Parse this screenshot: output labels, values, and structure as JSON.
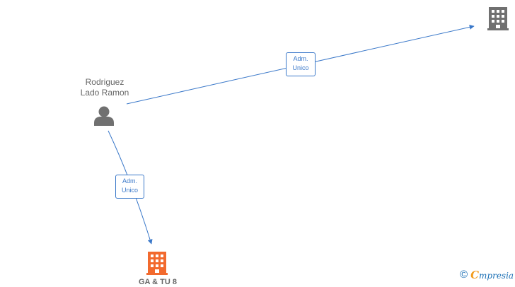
{
  "nodes": {
    "person": {
      "name": "Rodriguez\nLado Ramon",
      "icon": "person-icon",
      "color": "#707070"
    },
    "company_top": {
      "name": "",
      "icon": "building-icon",
      "color": "#707070"
    },
    "company_bottom": {
      "name": "GA & TU 8",
      "icon": "building-icon",
      "color": "#f26a2e"
    }
  },
  "edges": [
    {
      "from": "person",
      "to": "company_top",
      "label": "Adm.\nUnico"
    },
    {
      "from": "person",
      "to": "company_bottom",
      "label": "Adm.\nUnico"
    }
  ],
  "colors": {
    "edge": "#3a78c9",
    "brand": "#1a6fb5",
    "brand_accent": "#f29c1f"
  },
  "watermark": {
    "copyright": "©",
    "brand_first": "C",
    "brand_rest": "mpresia"
  }
}
